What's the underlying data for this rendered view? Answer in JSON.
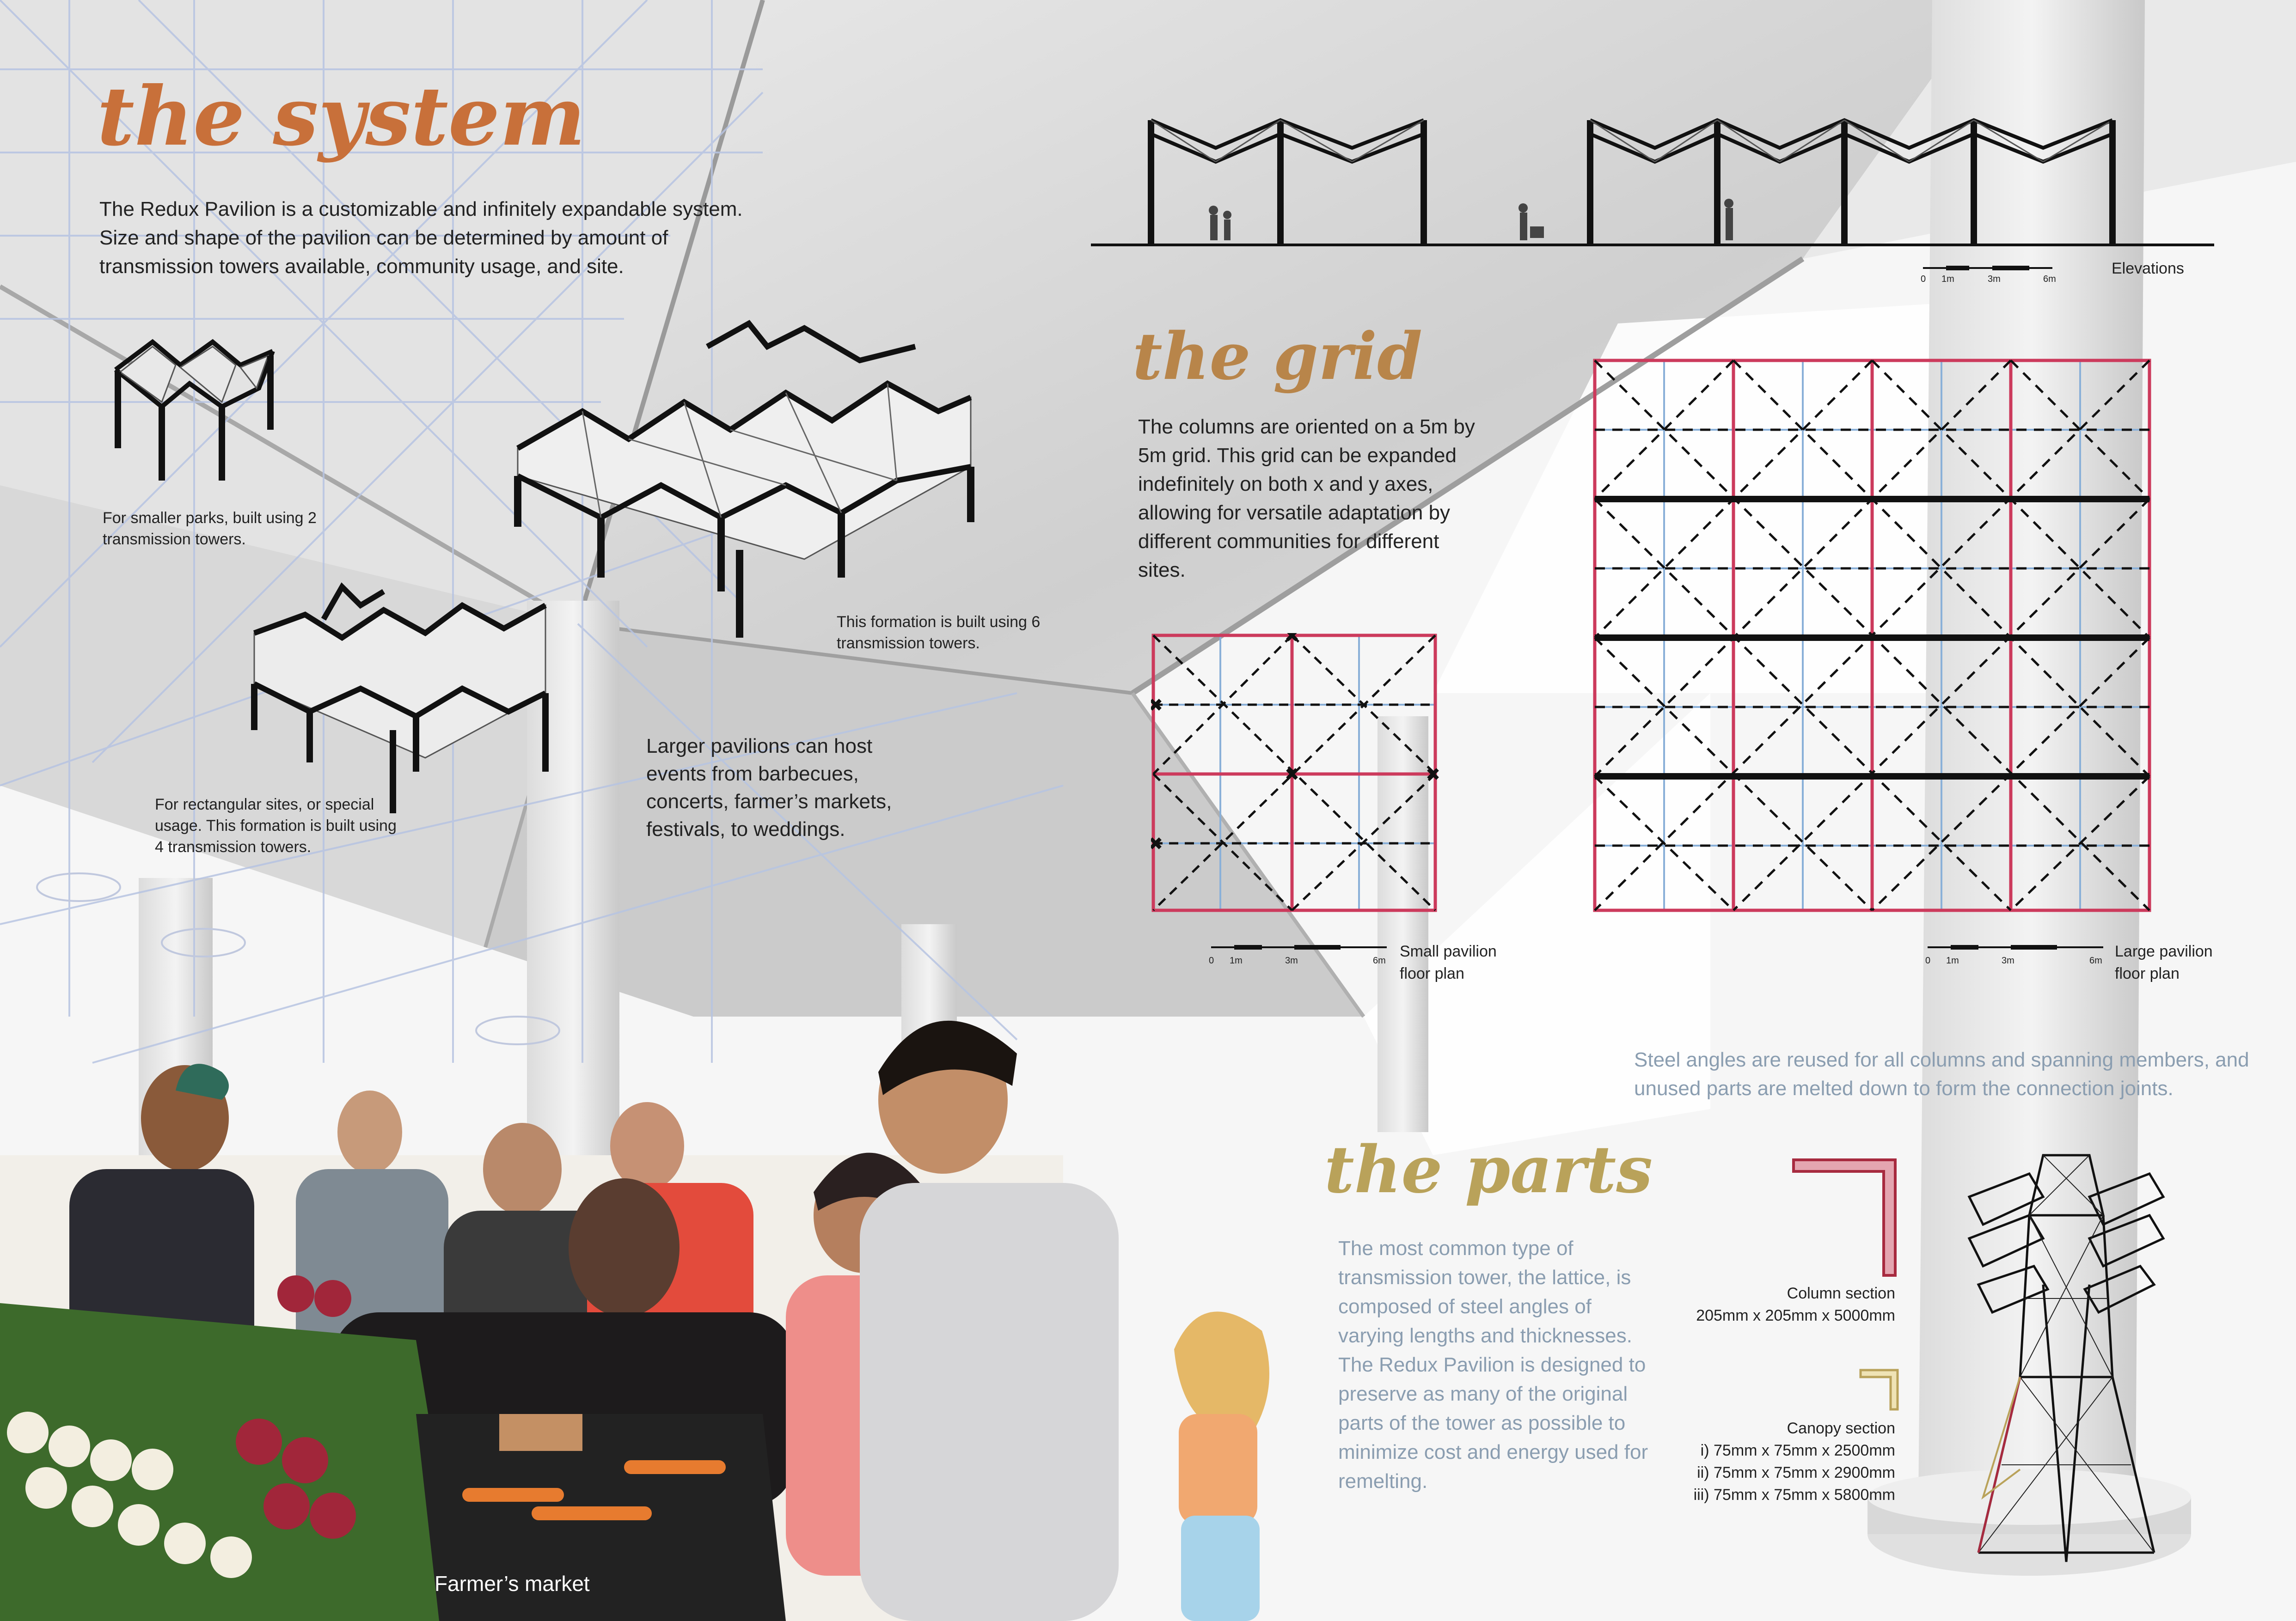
{
  "colors": {
    "system_title": "#c8703a",
    "grid_title": "#b8854a",
    "parts_title": "#b9a25a",
    "grid_red": "#cc3a5c",
    "grid_blue": "#8ab0d8",
    "parts_text": "#8a9db0"
  },
  "system": {
    "title": "the system",
    "body": "The Redux Pavilion is a customizable and infinitely expandable system. Size and shape of the pavilion can be determined by amount of transmission towers available, community usage, and site.",
    "caption_small": "For smaller parks, built using 2 transmission towers.",
    "caption_six": "This formation is built using 6 transmission towers.",
    "caption_rect": "For rectangular sites, or special usage. This formation is built using 4 transmission towers.",
    "events": "Larger pavilions can host events from barbecues, concerts, farmer’s markets, festivals, to weddings.",
    "photo_caption": "Farmer’s market"
  },
  "elevations": {
    "label": "Elevations",
    "scale": [
      "0",
      "1m",
      "3m",
      "6m"
    ]
  },
  "grid": {
    "title": "the grid",
    "body": "The columns are oriented on a 5m by 5m grid. This grid can be expanded indefinitely on both x and y axes, allowing for versatile adaptation by different communities for different sites.",
    "small_label": "Small pavilion floor plan",
    "large_label": "Large pavilion floor plan",
    "scale": [
      "0",
      "1m",
      "3m",
      "6m"
    ]
  },
  "parts": {
    "title": "the parts",
    "intro": "Steel angles are reused for all columns and spanning members, and unused parts are melted down to form the connection joints.",
    "body": "The most common type of transmission tower, the lattice, is composed of steel angles of varying lengths and thicknesses. The Redux Pavilion is designed to preserve as many of the original parts of the tower as possible to minimize cost and energy used for remelting.",
    "column_label": "Column section",
    "column_dims": "205mm x 205mm x 5000mm",
    "canopy_label": "Canopy section",
    "canopy_dims": [
      "i) 75mm x 75mm x 2500mm",
      "ii) 75mm x 75mm x 2900mm",
      "iii) 75mm x 75mm x 5800mm"
    ]
  }
}
